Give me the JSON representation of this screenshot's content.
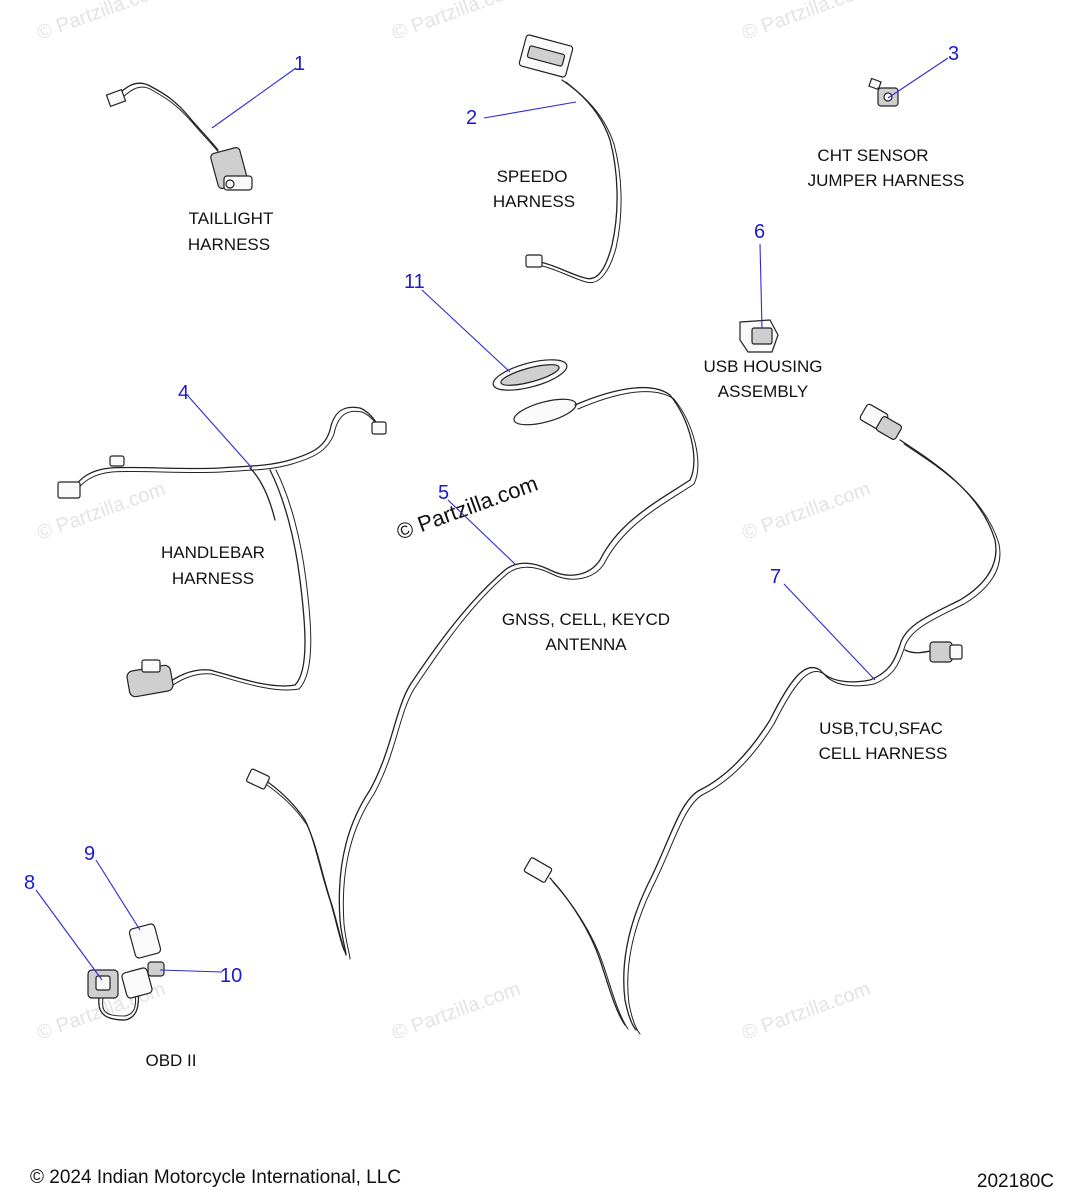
{
  "watermark": {
    "main": "© Partzilla.com",
    "faint": "© Partzilla.com"
  },
  "parts": [
    {
      "number": "1",
      "label_lines": [
        "TAILLIGHT",
        "HARNESS"
      ]
    },
    {
      "number": "2",
      "label_lines": [
        "SPEEDO",
        "HARNESS"
      ]
    },
    {
      "number": "3",
      "label_lines": [
        "CHT SENSOR",
        "JUMPER HARNESS"
      ]
    },
    {
      "number": "4",
      "label_lines": [
        "HANDLEBAR",
        "HARNESS"
      ]
    },
    {
      "number": "5",
      "label_lines": [
        "GNSS, CELL, KEYCD",
        "ANTENNA"
      ]
    },
    {
      "number": "6",
      "label_lines": [
        "USB HOUSING",
        "ASSEMBLY"
      ]
    },
    {
      "number": "7",
      "label_lines": [
        "USB,TCU,SFAC",
        "CELL HARNESS"
      ]
    },
    {
      "number": "8",
      "label_lines": [
        "OBD II"
      ]
    },
    {
      "number": "9",
      "label_lines": []
    },
    {
      "number": "10",
      "label_lines": []
    },
    {
      "number": "11",
      "label_lines": []
    }
  ],
  "footer": {
    "copyright": "© 2024 Indian Motorcycle International, LLC",
    "diagram_code": "202180C"
  }
}
